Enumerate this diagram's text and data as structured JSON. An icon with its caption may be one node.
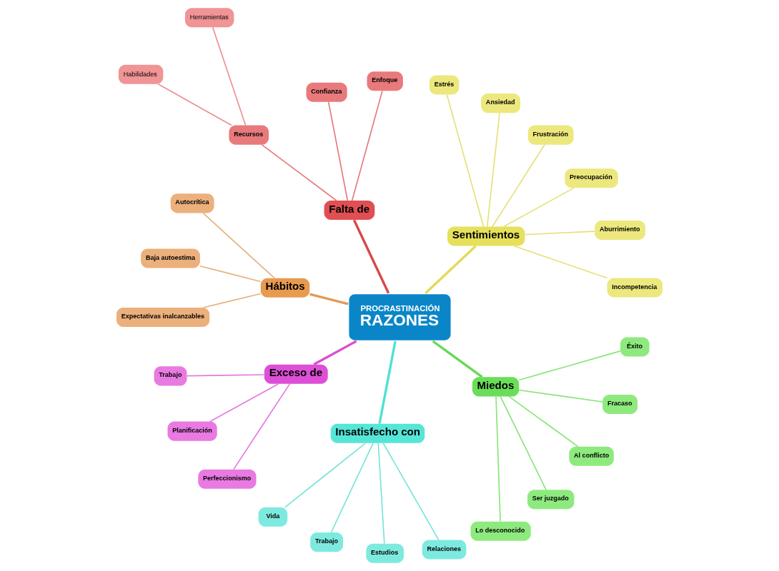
{
  "diagram": {
    "nodes": [
      {
        "text": [
          "PROCRASTINACIÓN",
          "RAZONES"
        ]
      },
      {
        "text": [
          "Hábitos"
        ]
      },
      {
        "text": [
          "Autocrítica"
        ]
      },
      {
        "text": [
          "Baja autoestima"
        ]
      },
      {
        "text": [
          "Expectativas inalcanzables"
        ]
      },
      {
        "text": [
          "Falta de"
        ]
      },
      {
        "text": [
          "Recursos"
        ]
      },
      {
        "text": [
          "Habilidades"
        ]
      },
      {
        "text": [
          "Herramientas"
        ]
      },
      {
        "text": [
          "Confianza"
        ]
      },
      {
        "text": [
          "Enfoque"
        ]
      },
      {
        "text": [
          "Exceso de"
        ]
      },
      {
        "text": [
          "Trabajo"
        ]
      },
      {
        "text": [
          "Planificación"
        ]
      },
      {
        "text": [
          "Perfeccionismo"
        ]
      },
      {
        "text": [
          "Sentimientos"
        ]
      },
      {
        "text": [
          "Estrés"
        ]
      },
      {
        "text": [
          "Ansiedad"
        ]
      },
      {
        "text": [
          "Frustración"
        ]
      },
      {
        "text": [
          "Preocupación"
        ]
      },
      {
        "text": [
          "Aburrimiento"
        ]
      },
      {
        "text": [
          "Incompetencia"
        ]
      },
      {
        "text": [
          "Insatisfecho con"
        ]
      },
      {
        "text": [
          "Vida"
        ]
      },
      {
        "text": [
          "Trabajo"
        ]
      },
      {
        "text": [
          "Estudios"
        ]
      },
      {
        "text": [
          "Relaciones"
        ]
      },
      {
        "text": [
          "Miedos"
        ]
      },
      {
        "text": [
          "Éxito"
        ]
      },
      {
        "text": [
          "Fracaso"
        ]
      },
      {
        "text": [
          "Al conflicto"
        ]
      },
      {
        "text": [
          "Ser juzgado"
        ]
      },
      {
        "text": [
          "Lo desconocido"
        ]
      }
    ],
    "edges": [
      {
        "from": 0,
        "to": 5,
        "arrow": "none",
        "style": "thick",
        "color": "#d9474a"
      },
      {
        "from": 0,
        "to": 15,
        "arrow": "none",
        "style": "thick",
        "color": "#e2dc55"
      },
      {
        "from": 0,
        "to": 27,
        "arrow": "none",
        "style": "thick",
        "color": "#66d955"
      },
      {
        "from": 0,
        "to": 22,
        "arrow": "none",
        "style": "thick",
        "color": "#4fe0d4"
      },
      {
        "from": 0,
        "to": 11,
        "arrow": "none",
        "style": "thick",
        "color": "#d84fd0"
      },
      {
        "from": 0,
        "to": 1,
        "arrow": "none",
        "style": "thick",
        "color": "#e49a55"
      },
      {
        "from": 5,
        "to": 6,
        "arrow": "none",
        "color": "#e47a7a"
      },
      {
        "from": 6,
        "to": 7,
        "arrow": "none",
        "color": "#ec9090"
      },
      {
        "from": 6,
        "to": 8,
        "arrow": "none",
        "color": "#ec9090"
      },
      {
        "from": 5,
        "to": 9,
        "arrow": "none",
        "color": "#e47a7a"
      },
      {
        "from": 5,
        "to": 10,
        "arrow": "none",
        "color": "#e47a7a"
      },
      {
        "from": 15,
        "to": 16,
        "arrow": "none",
        "color": "#e6e07a"
      },
      {
        "from": 15,
        "to": 17,
        "arrow": "none",
        "color": "#e6e07a"
      },
      {
        "from": 15,
        "to": 18,
        "arrow": "none",
        "color": "#e6e07a"
      },
      {
        "from": 15,
        "to": 19,
        "arrow": "none",
        "color": "#e6e07a"
      },
      {
        "from": 15,
        "to": 20,
        "arrow": "none",
        "color": "#e6e07a"
      },
      {
        "from": 15,
        "to": 21,
        "arrow": "none",
        "color": "#e6e07a"
      },
      {
        "from": 27,
        "to": 28,
        "arrow": "none",
        "color": "#88e478"
      },
      {
        "from": 27,
        "to": 29,
        "arrow": "none",
        "color": "#88e478"
      },
      {
        "from": 27,
        "to": 30,
        "arrow": "none",
        "color": "#88e478"
      },
      {
        "from": 27,
        "to": 31,
        "arrow": "none",
        "color": "#88e478"
      },
      {
        "from": 27,
        "to": 32,
        "arrow": "none",
        "color": "#88e478"
      },
      {
        "from": 22,
        "to": 23,
        "arrow": "none",
        "color": "#76e4d9"
      },
      {
        "from": 22,
        "to": 24,
        "arrow": "none",
        "color": "#76e4d9"
      },
      {
        "from": 22,
        "to": 25,
        "arrow": "none",
        "color": "#76e4d9"
      },
      {
        "from": 22,
        "to": 26,
        "arrow": "none",
        "color": "#76e4d9"
      },
      {
        "from": 11,
        "to": 12,
        "arrow": "none",
        "color": "#e47ade"
      },
      {
        "from": 11,
        "to": 13,
        "arrow": "none",
        "color": "#e47ade"
      },
      {
        "from": 11,
        "to": 14,
        "arrow": "none",
        "color": "#e47ade"
      },
      {
        "from": 1,
        "to": 2,
        "arrow": "none",
        "color": "#e8b07c"
      },
      {
        "from": 1,
        "to": 3,
        "arrow": "none",
        "color": "#e8b07c"
      },
      {
        "from": 1,
        "to": 4,
        "arrow": "none",
        "color": "#e8b07c"
      }
    ]
  }
}
